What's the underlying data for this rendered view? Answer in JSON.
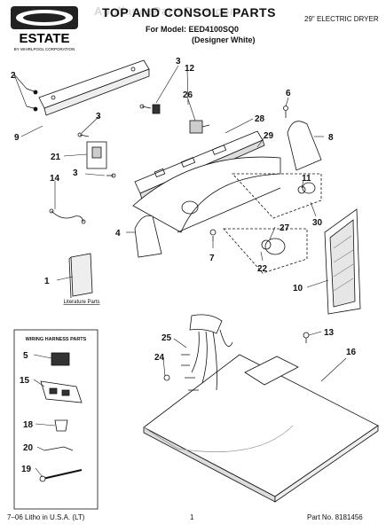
{
  "header": {
    "brand": "ESTATE",
    "brand_sub": "BY WHIRLPOOL CORPORATION",
    "watermark": "AppliancePartsPros.com",
    "title": "TOP AND CONSOLE PARTS",
    "model_line": "For Model: EED4100SQ0",
    "variant": "(Designer White)",
    "product": "29\" ELECTRIC DRYER"
  },
  "footer": {
    "litho": "7–06 Litho in U.S.A. (LT)",
    "page": "1",
    "part_no": "Part No. 8181456"
  },
  "literature_label": "Literature Parts",
  "harness_panel_title": "WIRING HARNESS PARTS",
  "callouts": {
    "c2": "2",
    "c9": "9",
    "c3a": "3",
    "c12": "12",
    "c26": "26",
    "c6": "6",
    "c8": "8",
    "c3b": "3",
    "c28": "28",
    "c29": "29",
    "c21": "21",
    "c3c": "3",
    "c11": "11",
    "c14": "14",
    "c30": "30",
    "c4": "4",
    "c27": "27",
    "c7": "7",
    "c22": "22",
    "c1": "1",
    "c10": "10",
    "c25": "25",
    "c13": "13",
    "c24": "24",
    "c16": "16",
    "c5": "5",
    "c15": "15",
    "c18": "18",
    "c20": "20",
    "c19": "19"
  },
  "colors": {
    "line": "#111111",
    "accent": "#1a1a1a"
  }
}
